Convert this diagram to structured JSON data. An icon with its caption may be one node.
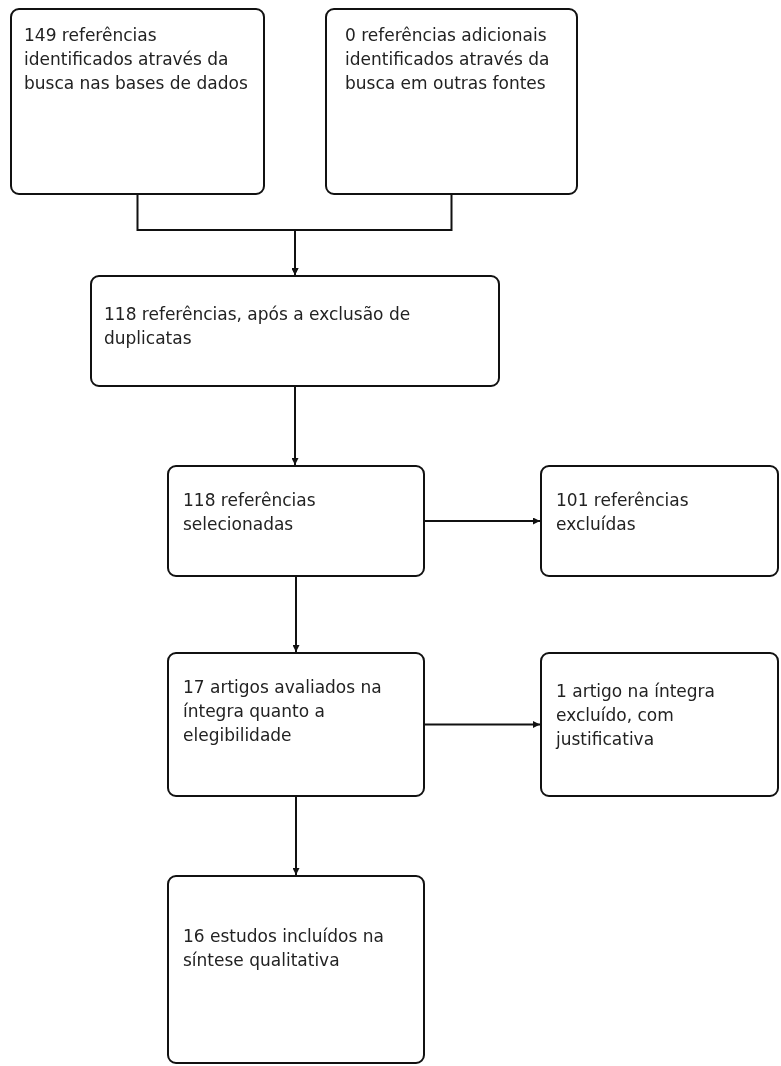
{
  "diagram": {
    "nodes": [
      {
        "text": [
          "149 referências identificados através da busca nas bases de dados"
        ]
      },
      {
        "text": [
          "0 referências adicionais identificados através da busca em outras fontes"
        ]
      },
      {
        "text": [
          "118 referências, após a exclusão de duplicatas"
        ]
      },
      {
        "text": [
          "118 referências selecionadas"
        ]
      },
      {
        "text": [
          "101 referências excluídas"
        ]
      },
      {
        "text": [
          "17 artigos avaliados na íntegra quanto a elegibilidade"
        ]
      },
      {
        "text": [
          "1 artigo na íntegra excluído, com justificativa"
        ]
      },
      {
        "text": [
          "16 estudos incluídos na síntese qualitativa"
        ]
      }
    ],
    "edges": [
      {
        "from": 0,
        "to": 2,
        "arrow": "to"
      },
      {
        "from": 1,
        "to": 2,
        "arrow": "to"
      },
      {
        "from": 2,
        "to": 3,
        "arrow": "to"
      },
      {
        "from": 3,
        "to": 4,
        "arrow": "to"
      },
      {
        "from": 3,
        "to": 5,
        "arrow": "to"
      },
      {
        "from": 5,
        "to": 6,
        "arrow": "to"
      },
      {
        "from": 5,
        "to": 7,
        "arrow": "to"
      }
    ]
  }
}
